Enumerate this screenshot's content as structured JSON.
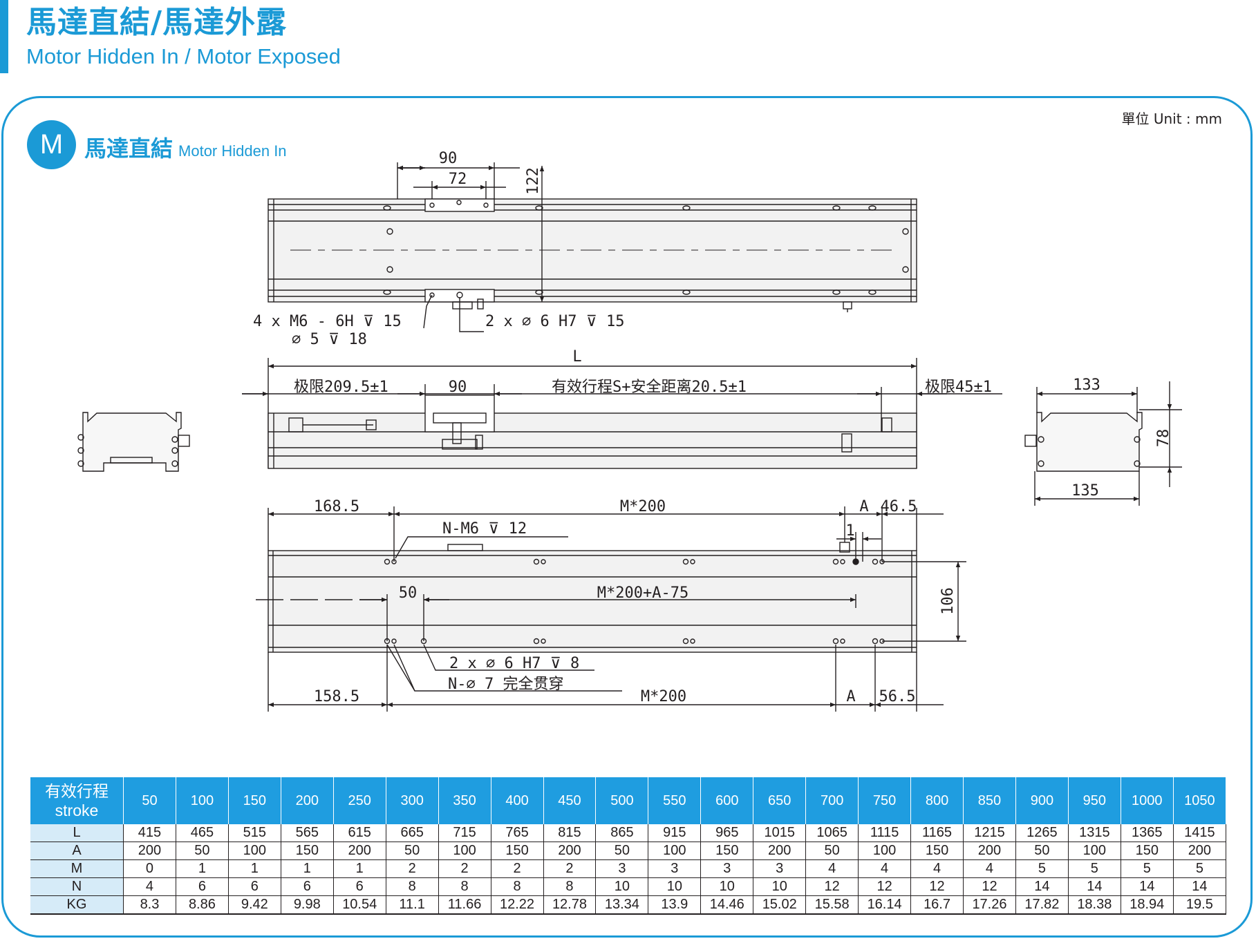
{
  "header": {
    "title_cn": "馬達直結/馬達外露",
    "title_en": "Motor Hidden In / Motor Exposed"
  },
  "unit_label": "單位 Unit : mm",
  "section": {
    "badge": "M",
    "title_cn": "馬達直結",
    "title_en": "Motor Hidden In"
  },
  "dims": {
    "carriage_width": "90",
    "carriage_hole_pitch": "72",
    "rail_width": "122",
    "tapped_holes": "4 x  M6 - 6H ⊽ 15",
    "tapped_holes_sub": "∅ 5 ⊽ 18",
    "pin_holes": "2 x ∅ 6 H7 ⊽ 15",
    "length": "L",
    "limit_left": "极限209.5±1",
    "carriage_length": "90",
    "effective_stroke": "有效行程S+安全距离20.5±1",
    "limit_right": "极限45±1",
    "end_width_top": "133",
    "end_height": "78",
    "end_width_bottom": "135",
    "top_left_offset": "168.5",
    "top_pitch": "M*200",
    "top_a": "A",
    "top_right_offset": "46.5",
    "top_hole_label": "N-M6 ⊽ 12",
    "top_step": "1",
    "row_spacing": "106",
    "pin_spacing": "50",
    "pin_span": "M*200+A-75",
    "bottom_pin_holes": "2 x ∅ 6 H7 ⊽ 8",
    "through_holes": "N-∅ 7 完全贯穿",
    "bottom_left_offset": "158.5",
    "bottom_pitch": "M*200",
    "bottom_a": "A",
    "bottom_right_offset": "56.5"
  },
  "table": {
    "header_cn": "有效行程",
    "header_en": "stroke",
    "strokes": [
      "50",
      "100",
      "150",
      "200",
      "250",
      "300",
      "350",
      "400",
      "450",
      "500",
      "550",
      "600",
      "650",
      "700",
      "750",
      "800",
      "850",
      "900",
      "950",
      "1000",
      "1050"
    ],
    "rows": [
      {
        "label": "L",
        "values": [
          "415",
          "465",
          "515",
          "565",
          "615",
          "665",
          "715",
          "765",
          "815",
          "865",
          "915",
          "965",
          "1015",
          "1065",
          "1115",
          "1165",
          "1215",
          "1265",
          "1315",
          "1365",
          "1415"
        ]
      },
      {
        "label": "A",
        "values": [
          "200",
          "50",
          "100",
          "150",
          "200",
          "50",
          "100",
          "150",
          "200",
          "50",
          "100",
          "150",
          "200",
          "50",
          "100",
          "150",
          "200",
          "50",
          "100",
          "150",
          "200"
        ]
      },
      {
        "label": "M",
        "values": [
          "0",
          "1",
          "1",
          "1",
          "1",
          "2",
          "2",
          "2",
          "2",
          "3",
          "3",
          "3",
          "3",
          "4",
          "4",
          "4",
          "4",
          "5",
          "5",
          "5",
          "5"
        ]
      },
      {
        "label": "N",
        "values": [
          "4",
          "6",
          "6",
          "6",
          "6",
          "8",
          "8",
          "8",
          "8",
          "10",
          "10",
          "10",
          "10",
          "12",
          "12",
          "12",
          "12",
          "14",
          "14",
          "14",
          "14"
        ]
      },
      {
        "label": "KG",
        "values": [
          "8.3",
          "8.86",
          "9.42",
          "9.98",
          "10.54",
          "11.1",
          "11.66",
          "12.22",
          "12.78",
          "13.34",
          "13.9",
          "14.46",
          "15.02",
          "15.58",
          "16.14",
          "16.7",
          "17.26",
          "17.82",
          "18.38",
          "18.94",
          "19.5"
        ]
      }
    ]
  }
}
